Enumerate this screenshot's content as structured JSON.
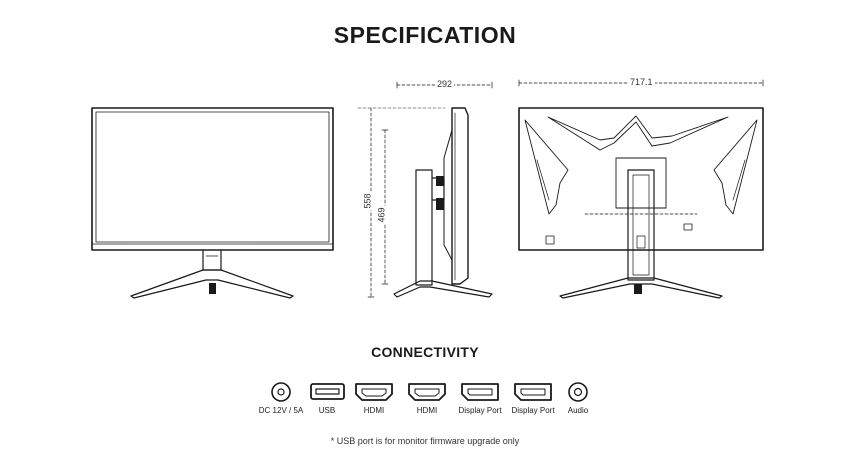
{
  "title": "SPECIFICATION",
  "dimensions": {
    "side_depth": "292",
    "back_width": "717.1",
    "total_height": "558",
    "screen_height": "469"
  },
  "connectivity": {
    "title": "CONNECTIVITY",
    "ports": [
      {
        "label": "DC 12V / 5A",
        "icon": "dc-power-icon"
      },
      {
        "label": "USB",
        "icon": "usb-icon"
      },
      {
        "label": "HDMI",
        "icon": "hdmi-icon"
      },
      {
        "label": "HDMI",
        "icon": "hdmi-icon"
      },
      {
        "label": "Display Port",
        "icon": "displayport-icon"
      },
      {
        "label": "Display Port",
        "icon": "displayport-icon"
      },
      {
        "label": "Audio",
        "icon": "audio-icon"
      }
    ],
    "footnote": "* USB port is for monitor firmware upgrade only"
  }
}
